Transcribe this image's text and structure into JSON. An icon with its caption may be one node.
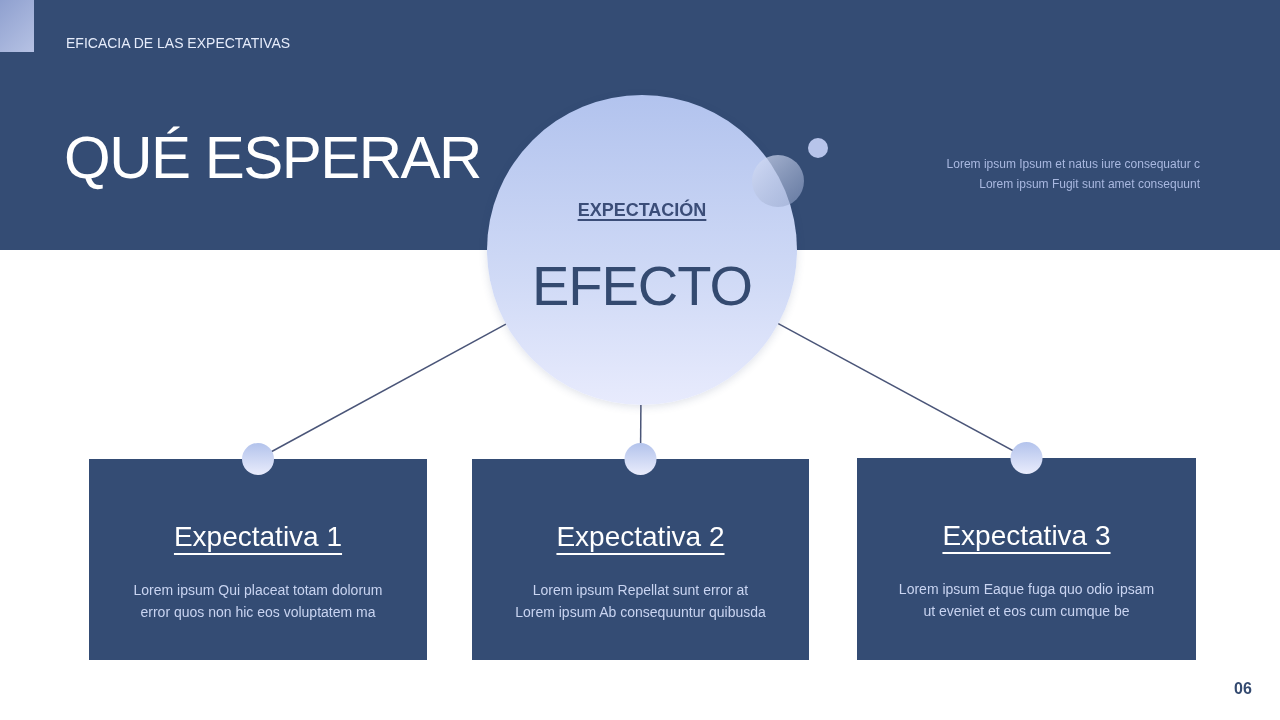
{
  "diagram": {
    "title": "QUÉ ESPERAR",
    "nodes": [
      {
        "text": [
          "EXPECTACIÓN",
          "EFECTO"
        ]
      },
      {
        "text": [
          "Expectativa 1",
          "Lorem ipsum Qui placeat totam dolorum error quos non hic eos voluptatem ma"
        ]
      },
      {
        "text": [
          "Expectativa 2",
          "Lorem ipsum Repellat sunt error at Lorem ipsum Ab consequuntur quibusda"
        ]
      },
      {
        "text": [
          "Expectativa 3",
          "Lorem ipsum Eaque fuga quo odio ipsam ut eveniet et eos cum cumque be"
        ]
      }
    ],
    "edges": [
      {
        "from": 0,
        "to": 1,
        "arrow": "other"
      },
      {
        "from": 0,
        "to": 2,
        "arrow": "other"
      },
      {
        "from": 0,
        "to": 3,
        "arrow": "other"
      }
    ],
    "labels": [
      "EFICACIA DE LAS EXPECTATIVAS",
      "Lorem ipsum Ipsum et natus iure consequatur c Lorem ipsum Fugit sunt amet consequunt",
      "06"
    ]
  }
}
